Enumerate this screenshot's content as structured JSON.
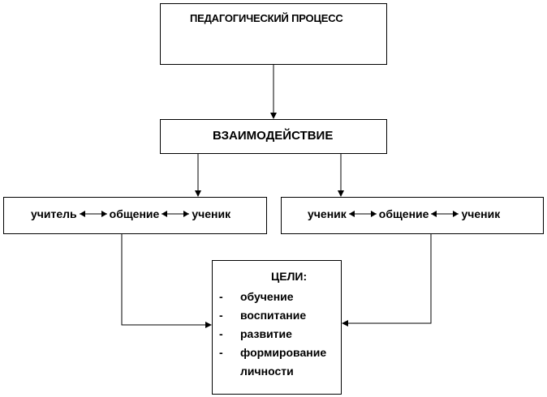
{
  "diagram": {
    "title": "ПЕДАГОГИЧЕСКИЙ ПРОЦЕСС",
    "interaction": "ВЗАИМОДЕЙСТВИЕ",
    "left_chain": {
      "a": "учитель",
      "b": "общение",
      "c": "ученик"
    },
    "right_chain": {
      "a": "ученик",
      "b": "общение",
      "c": "ученик"
    },
    "goals": {
      "title": "ЦЕЛИ:",
      "dash": "-",
      "items": [
        "обучение",
        "воспитание",
        "развитие",
        "формирование личности"
      ]
    },
    "colors": {
      "stroke": "#000000",
      "background": "#ffffff"
    },
    "icons": {
      "double_arrow": "left-right-arrow-icon",
      "arrow": "arrow-head-icon"
    }
  }
}
